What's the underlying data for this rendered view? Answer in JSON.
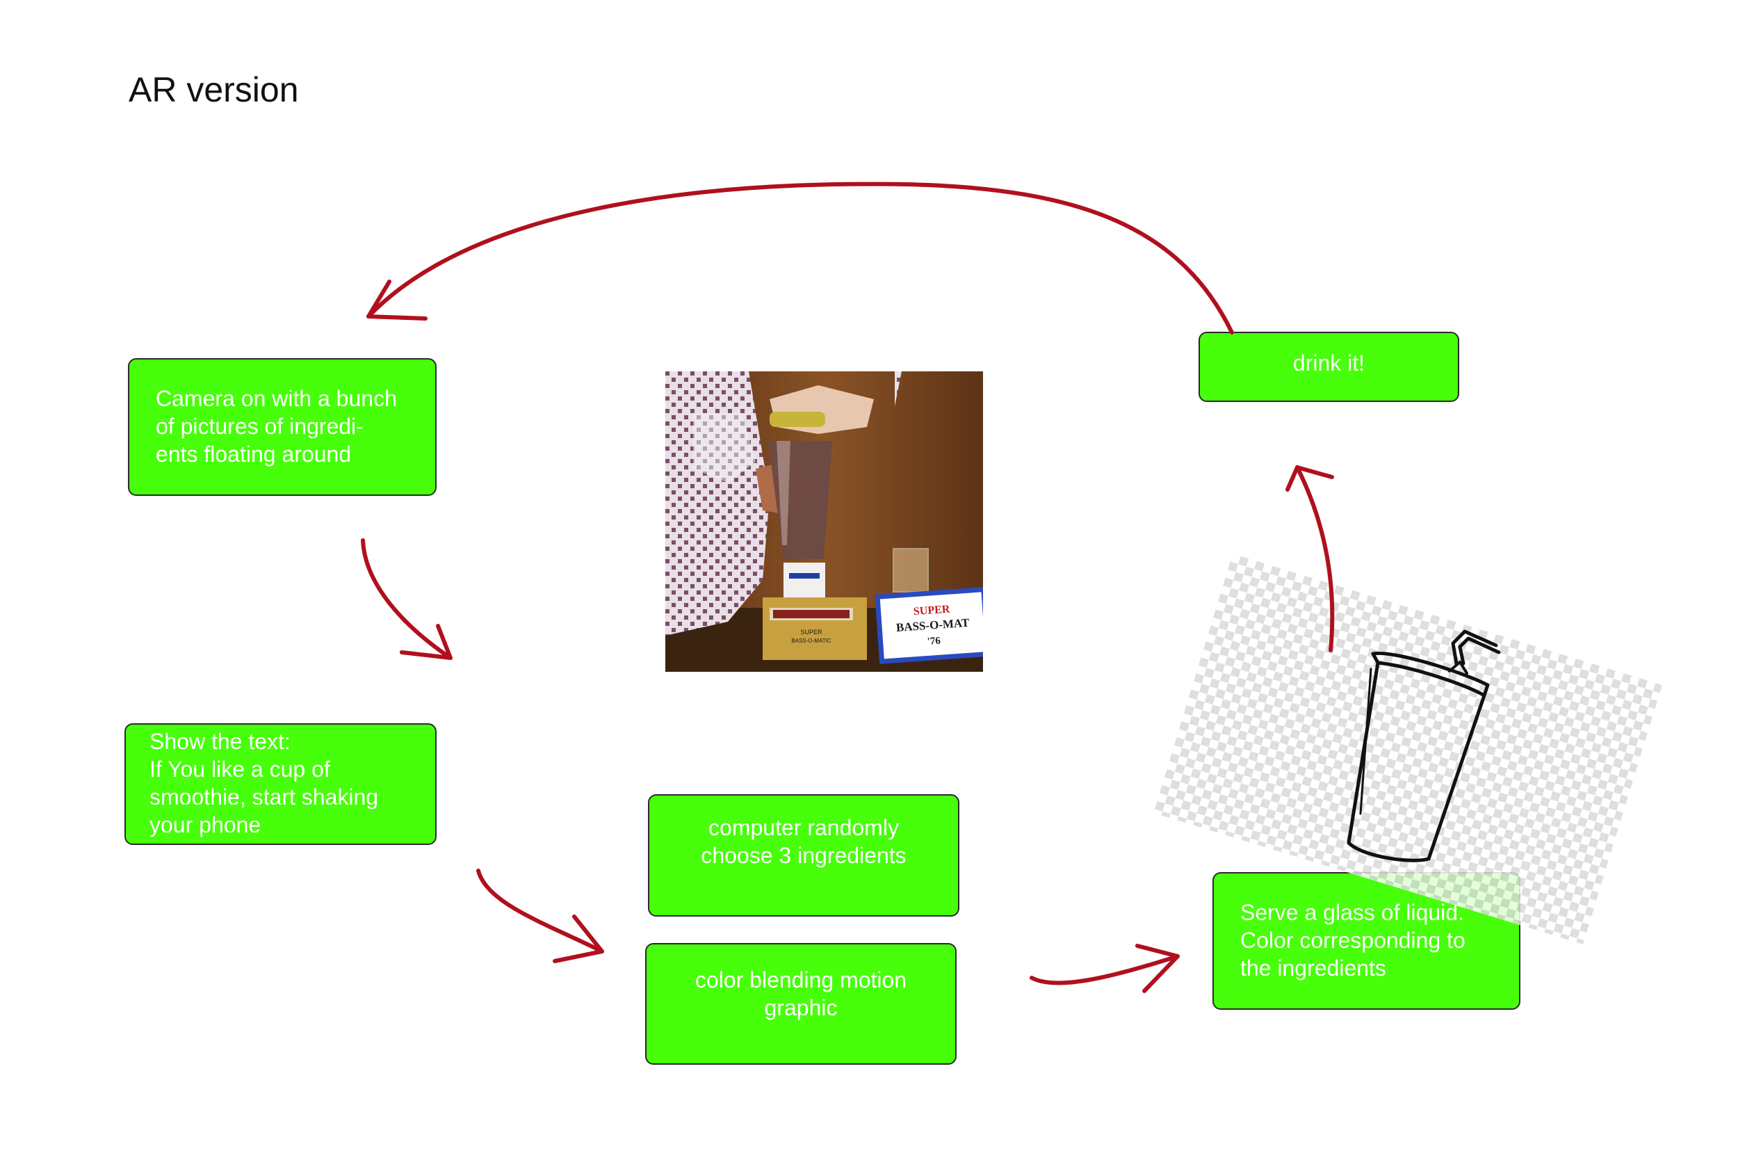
{
  "title": "AR version",
  "boxes": {
    "camera": "Camera on with a bunch\nof pictures of ingredi-\nents floating around",
    "show_text": "Show the text:\nIf You like a cup of\nsmoothie, start shaking\nyour phone",
    "random": "computer randomly\nchoose 3 ingredients",
    "color_blend": "color blending motion\ngraphic",
    "drink": "drink it!",
    "serve": "Serve a glass of liquid.\nColor corresponding to\nthe ingredients"
  },
  "photo": {
    "sign_line1": "SUPER",
    "sign_line2": "BASS-O-MAT",
    "sign_line3": "'76",
    "base_label1": "SUPER",
    "base_label2": "BASS-O-MATIC"
  },
  "colors": {
    "box_fill": "#47ff0a",
    "arrow": "#b0101e",
    "box_text": "#ffffff"
  },
  "icons": [
    "smoothie-photo",
    "cup-with-straw-icon"
  ]
}
